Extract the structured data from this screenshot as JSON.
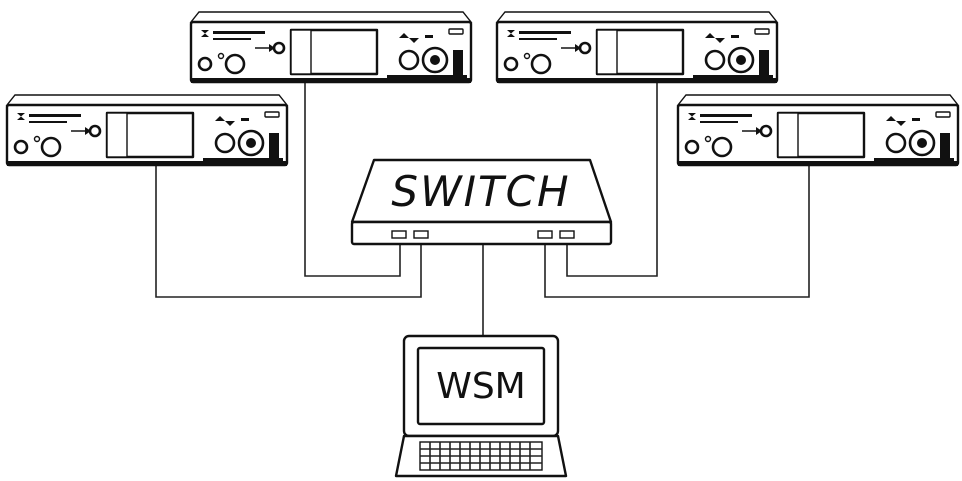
{
  "switch": {
    "label": "SWITCH"
  },
  "laptop": {
    "screen_label": "WSM"
  },
  "receivers": [
    {
      "id": "receiver-1"
    },
    {
      "id": "receiver-2"
    },
    {
      "id": "receiver-3"
    },
    {
      "id": "receiver-4"
    }
  ],
  "colors": {
    "line": "#111111",
    "background": "#ffffff"
  }
}
